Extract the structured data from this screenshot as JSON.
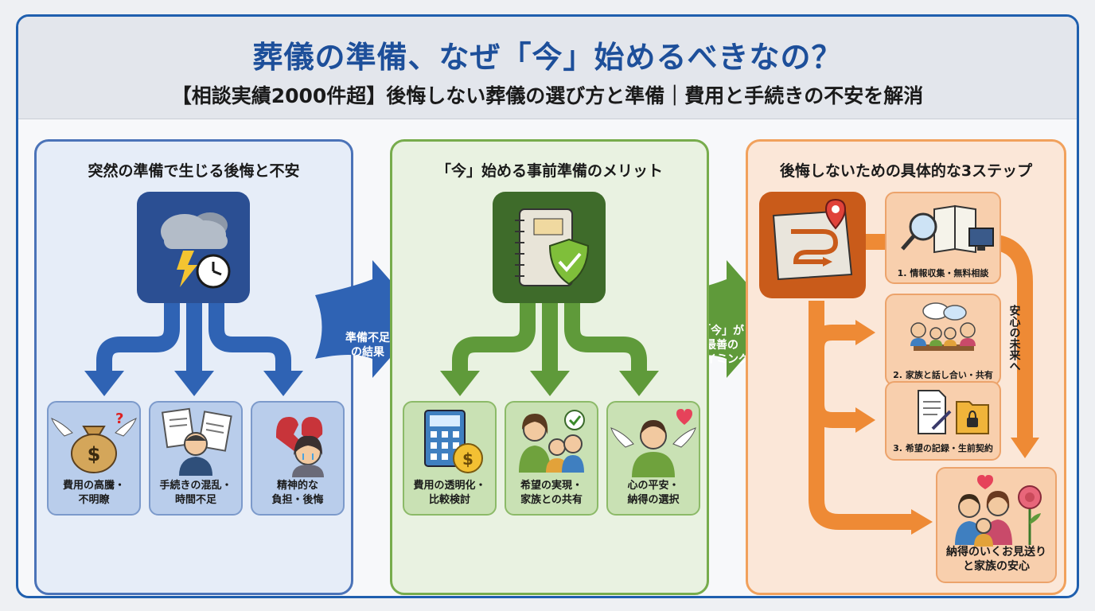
{
  "header": {
    "title": "葬儀の準備、なぜ「今」始めるべきなの？",
    "subtitle": "【相談実績2000件超】後悔しない葬儀の選び方と準備｜費用と手続きの不安を解消"
  },
  "panels": [
    {
      "title": "突然の準備で生じる後悔と不安",
      "hub_icon": "storm-cloud-clock-icon",
      "cards": [
        {
          "label_lines": [
            "費用の高騰・",
            "不明瞭"
          ],
          "icon": "money-bag-icon"
        },
        {
          "label_lines": [
            "手続きの混乱・",
            "時間不足"
          ],
          "icon": "paperwork-stress-icon"
        },
        {
          "label_lines": [
            "精神的な",
            "負担・後悔"
          ],
          "icon": "broken-heart-icon"
        }
      ]
    },
    {
      "title": "「今」始める事前準備のメリット",
      "hub_icon": "notebook-shield-icon",
      "cards": [
        {
          "label_lines": [
            "費用の透明化・",
            "比較検討"
          ],
          "icon": "calculator-icon"
        },
        {
          "label_lines": [
            "希望の実現・",
            "家族との共有"
          ],
          "icon": "family-check-icon"
        },
        {
          "label_lines": [
            "心の平安・",
            "納得の選択"
          ],
          "icon": "peaceful-person-icon"
        }
      ]
    },
    {
      "title": "後悔しないための具体的な3ステップ",
      "hub_icon": "roadmap-icon",
      "steps": [
        {
          "label": "1. 情報収集・無料相談",
          "icon": "magnifier-book-icon"
        },
        {
          "label": "2. 家族と話し合い・共有",
          "icon": "family-discussion-icon"
        },
        {
          "label": "3. 希望の記録・生前契約",
          "icon": "document-folder-icon"
        }
      ],
      "goal": {
        "label_lines": [
          "納得のいくお見送り",
          "と家族の安心"
        ],
        "icon": "happy-family-icon"
      },
      "side_label": "安心の未来へ"
    }
  ],
  "connectors": [
    {
      "label_lines": [
        "準備不足",
        "の結果"
      ]
    },
    {
      "label_lines": [
        "「今」が",
        "最善の",
        "タイミング"
      ]
    }
  ],
  "colors": {
    "blue_accent": "#2f5fae",
    "green_accent": "#5f9a3a",
    "orange_accent": "#ee8a35",
    "title_color": "#1d4f9a"
  }
}
